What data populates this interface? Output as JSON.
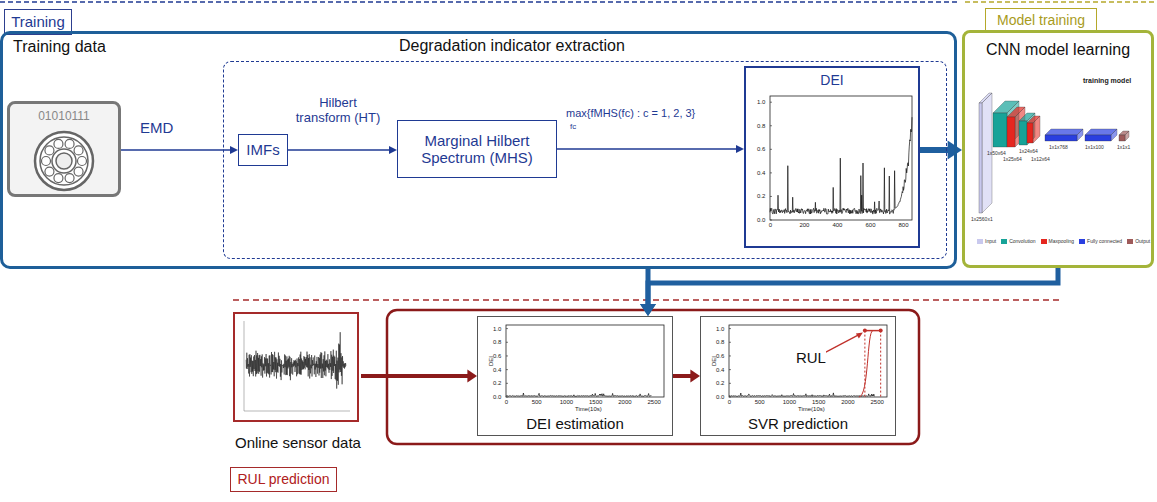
{
  "diagram": {
    "nodes": [
      {
        "text": [
          "Training"
        ]
      },
      {
        "text": [
          "Model training"
        ]
      },
      {
        "text": [
          "Training data"
        ]
      },
      {
        "text": [
          "01010111"
        ],
        "in": 2
      },
      {
        "text": [
          "Degradation indicator extraction"
        ],
        "in": 2
      },
      {
        "text": [
          "IMFs"
        ],
        "in": 4
      },
      {
        "text": [
          "Marginal Hilbert Spectrum (MHS)"
        ],
        "in": 4
      },
      {
        "text": [
          "DEI"
        ],
        "in": 4
      },
      {
        "text": [
          "CNN model learning"
        ]
      },
      {
        "text": [
          "Online sensor data"
        ]
      },
      {
        "text": [
          "DEI estimation"
        ]
      },
      {
        "text": [
          "SVR prediction"
        ]
      },
      {
        "text": [
          "RUL prediction"
        ]
      }
    ],
    "edges": [
      {
        "from": 3,
        "to": 5,
        "label": "EMD",
        "arrow": "to"
      },
      {
        "from": 5,
        "to": 6,
        "label": "Hilbert transform (HT)",
        "arrow": "to"
      },
      {
        "from": 6,
        "to": 7,
        "label": "max{fMHS(fc) : c = 1, 2, 3}",
        "arrow": "to"
      },
      {
        "from": 7,
        "to": 8,
        "arrow": "to"
      },
      {
        "from": 8,
        "to": 10,
        "arrow": "to"
      },
      {
        "from": 2,
        "to": 10,
        "arrow": "to"
      },
      {
        "from": 9,
        "to": 10,
        "arrow": "to"
      },
      {
        "from": 10,
        "to": 11,
        "arrow": "to"
      }
    ],
    "labels": [
      "fc",
      "1.0",
      "0.8",
      "0.6",
      "0.4",
      "0.2",
      "0.0",
      "0",
      "200",
      "400",
      "600",
      "800",
      "training model",
      "1x2560x1",
      "1x50x64",
      "1x25x64",
      "1x24x64",
      "1x12x64",
      "1x1x768",
      "1x1x100",
      "1x1x1",
      "1.0",
      "0.8",
      "0.6",
      "0.4",
      "0.2",
      "0.0",
      "0",
      "500",
      "1000",
      "1500",
      "2000",
      "2500",
      "Time(10s)",
      "DEI",
      "1.0",
      "0.8",
      "0.6",
      "0.4",
      "0.2",
      "0.0",
      "0",
      "500",
      "1000",
      "1500",
      "2000",
      "2500",
      "Time(10s)",
      "DEI",
      "RUL"
    ],
    "legend": [
      {
        "text": "Input",
        "color": "#c9c9ee"
      },
      {
        "text": "Convolution",
        "color": "#17a398"
      },
      {
        "text": "Maxpooling",
        "color": "#e5261f"
      },
      {
        "text": "Fully connected",
        "color": "#2a3fe0"
      },
      {
        "text": "Output",
        "color": "#9e5a5a"
      }
    ]
  }
}
